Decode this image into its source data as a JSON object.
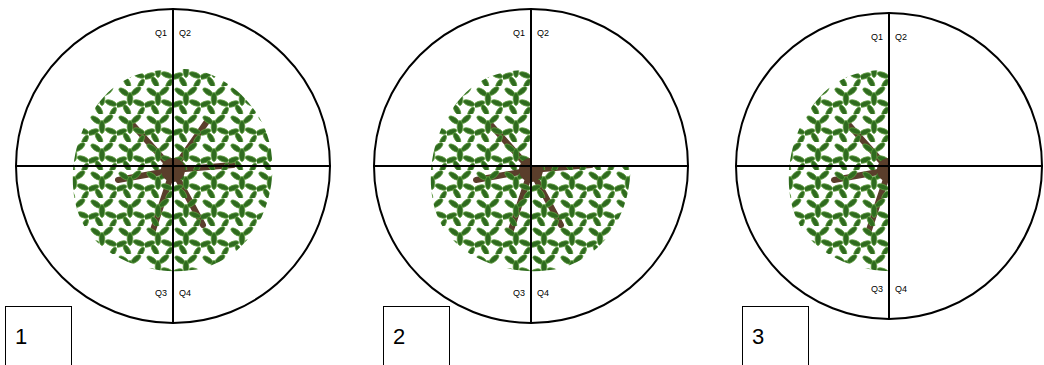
{
  "diagram": {
    "nodes": [
      {
        "text": [
          "Q1",
          "Q2",
          "Q3",
          "Q4"
        ]
      },
      {
        "text": [
          "1"
        ]
      },
      {
        "text": [
          "Q1",
          "Q2",
          "Q3",
          "Q4"
        ]
      },
      {
        "text": [
          "2"
        ]
      },
      {
        "text": [
          "Q1",
          "Q2",
          "Q3",
          "Q4"
        ]
      },
      {
        "text": [
          "3"
        ]
      }
    ]
  }
}
